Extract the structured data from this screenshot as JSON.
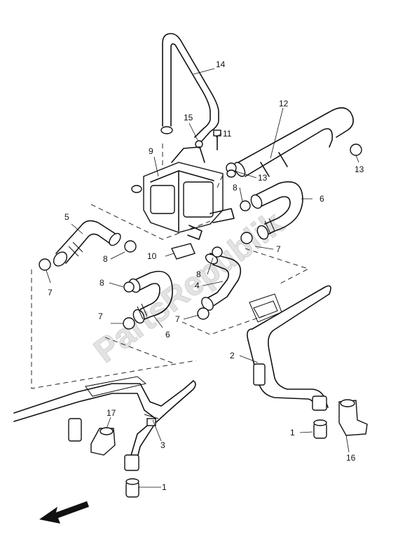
{
  "watermark": "PartsRepublik",
  "callouts": {
    "c1a": "1",
    "c1b": "1",
    "c2": "2",
    "c3": "3",
    "c4": "4",
    "c5": "5",
    "c6a": "6",
    "c6b": "6",
    "c7a": "7",
    "c7b": "7",
    "c7c": "7",
    "c7d": "7",
    "c8a": "8",
    "c8b": "8",
    "c8c": "8",
    "c8d": "8",
    "c9": "9",
    "c10": "10",
    "c11": "11",
    "c12": "12",
    "c13a": "13",
    "c13b": "13",
    "c14": "14",
    "c15": "15",
    "c16": "16",
    "c17": "17"
  }
}
